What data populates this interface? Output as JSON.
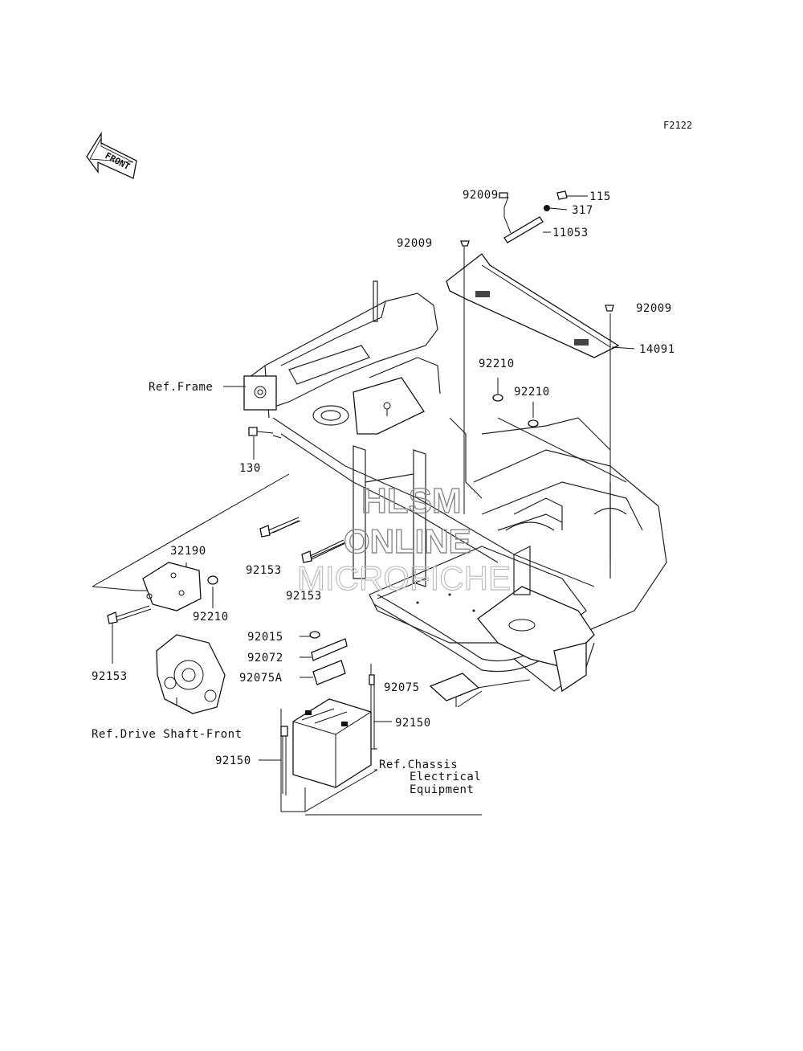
{
  "diagram": {
    "code": "F2122",
    "front_label": "FRONT",
    "watermark": {
      "line1": "HLSM",
      "line2": "ONLINE",
      "line3": "MICROFICHE"
    },
    "parts": [
      {
        "id": "p-92009-a",
        "label": "92009"
      },
      {
        "id": "p-115",
        "label": "115"
      },
      {
        "id": "p-317",
        "label": "317"
      },
      {
        "id": "p-92009-b",
        "label": "92009"
      },
      {
        "id": "p-11053",
        "label": "11053"
      },
      {
        "id": "p-92009-c",
        "label": "92009"
      },
      {
        "id": "p-14091",
        "label": "14091"
      },
      {
        "id": "p-92210-a",
        "label": "92210"
      },
      {
        "id": "p-92210-b",
        "label": "92210"
      },
      {
        "id": "p-ref-frame",
        "label": "Ref.Frame"
      },
      {
        "id": "p-130",
        "label": "130"
      },
      {
        "id": "p-92153-a",
        "label": "92153"
      },
      {
        "id": "p-92153-b",
        "label": "92153"
      },
      {
        "id": "p-32190",
        "label": "32190"
      },
      {
        "id": "p-92210-c",
        "label": "92210"
      },
      {
        "id": "p-92153-c",
        "label": "92153"
      },
      {
        "id": "p-92015",
        "label": "92015"
      },
      {
        "id": "p-92072",
        "label": "92072"
      },
      {
        "id": "p-92075a",
        "label": "92075A"
      },
      {
        "id": "p-92075",
        "label": "92075"
      },
      {
        "id": "p-92150-a",
        "label": "92150"
      },
      {
        "id": "p-92150-b",
        "label": "92150"
      },
      {
        "id": "p-ref-drive",
        "label": "Ref.Drive Shaft-Front"
      },
      {
        "id": "p-ref-chassis-1",
        "label": "Ref.Chassis"
      },
      {
        "id": "p-ref-chassis-2",
        "label": "Electrical"
      },
      {
        "id": "p-ref-chassis-3",
        "label": "Equipment"
      }
    ]
  }
}
